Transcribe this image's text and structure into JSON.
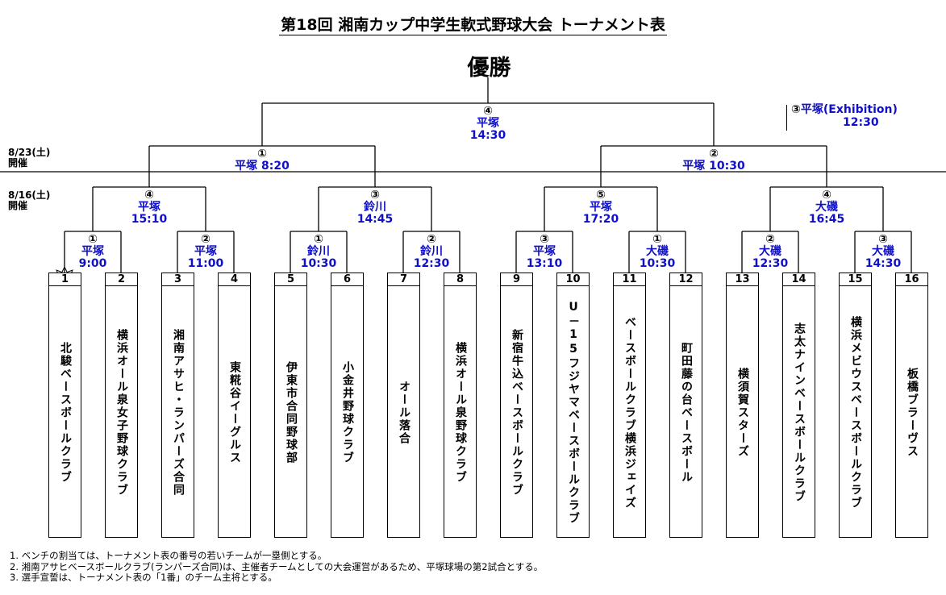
{
  "title": "第18回  湘南カップ中学生軟式野球大会  トーナメント表",
  "champion": "優勝",
  "dates": {
    "round3": "8/23(土)\n開催",
    "round1": "8/16(土)\n開催"
  },
  "exhibition": {
    "num": "③",
    "venue": "平塚(Exhibition)",
    "time": "12:30"
  },
  "final": {
    "num": "④",
    "venue": "平塚",
    "time": "14:30"
  },
  "semis": [
    {
      "num": "①",
      "venue": "平塚  8:20"
    },
    {
      "num": "②",
      "venue": "平塚  10:30"
    }
  ],
  "quarters": [
    {
      "num": "④",
      "venue": "平塚",
      "time": "15:10"
    },
    {
      "num": "③",
      "venue": "鈴川",
      "time": "14:45"
    },
    {
      "num": "⑤",
      "venue": "平塚",
      "time": "17:20"
    },
    {
      "num": "④",
      "venue": "大磯",
      "time": "16:45"
    }
  ],
  "round1": [
    {
      "num": "①",
      "venue": "平塚",
      "time": "9:00"
    },
    {
      "num": "②",
      "venue": "平塚",
      "time": "11:00"
    },
    {
      "num": "①",
      "venue": "鈴川",
      "time": "10:30"
    },
    {
      "num": "②",
      "venue": "鈴川",
      "time": "12:30"
    },
    {
      "num": "③",
      "venue": "平塚",
      "time": "13:10"
    },
    {
      "num": "①",
      "venue": "大磯",
      "time": "10:30"
    },
    {
      "num": "②",
      "venue": "大磯",
      "time": "12:30"
    },
    {
      "num": "③",
      "venue": "大磯",
      "time": "14:30"
    }
  ],
  "teams": [
    {
      "seed": "1",
      "name": "北駿ベースボールクラブ"
    },
    {
      "seed": "2",
      "name": "横浜オール泉女子野球クラブ"
    },
    {
      "seed": "3",
      "name": "湘南アサヒ・ランパーズ合同"
    },
    {
      "seed": "4",
      "name": "東糀谷イーグルス"
    },
    {
      "seed": "5",
      "name": "伊東市合同野球部"
    },
    {
      "seed": "6",
      "name": "小金井野球クラブ"
    },
    {
      "seed": "7",
      "name": "オール落合"
    },
    {
      "seed": "8",
      "name": "横浜オール泉野球クラブ"
    },
    {
      "seed": "9",
      "name": "新宿牛込ベースボールクラブ"
    },
    {
      "seed": "10",
      "name": "U－15フジヤマベースボールクラブ"
    },
    {
      "seed": "11",
      "name": "ベースボールクラブ横浜ジェイズ"
    },
    {
      "seed": "12",
      "name": "町田藤の台ベースボール"
    },
    {
      "seed": "13",
      "name": "横須賀スターズ"
    },
    {
      "seed": "14",
      "name": "志太ナインベースボールクラブ"
    },
    {
      "seed": "15",
      "name": "横浜メビウスベースボールクラブ"
    },
    {
      "seed": "16",
      "name": "板橋ブラーヴス"
    }
  ],
  "notes": [
    "1. ベンチの割当ては、トーナメント表の番号の若いチームが一塁側とする。",
    "2. 湘南アサヒベースボールクラブ(ランパーズ合同)は、主催者チームとしての大会運営があるため、平塚球場の第2試合とする。",
    "3. 選手宣誓は、トーナメント表の「1番」のチーム主将とする。"
  ],
  "colors": {
    "venue": "#1010c8",
    "line": "#000000"
  }
}
